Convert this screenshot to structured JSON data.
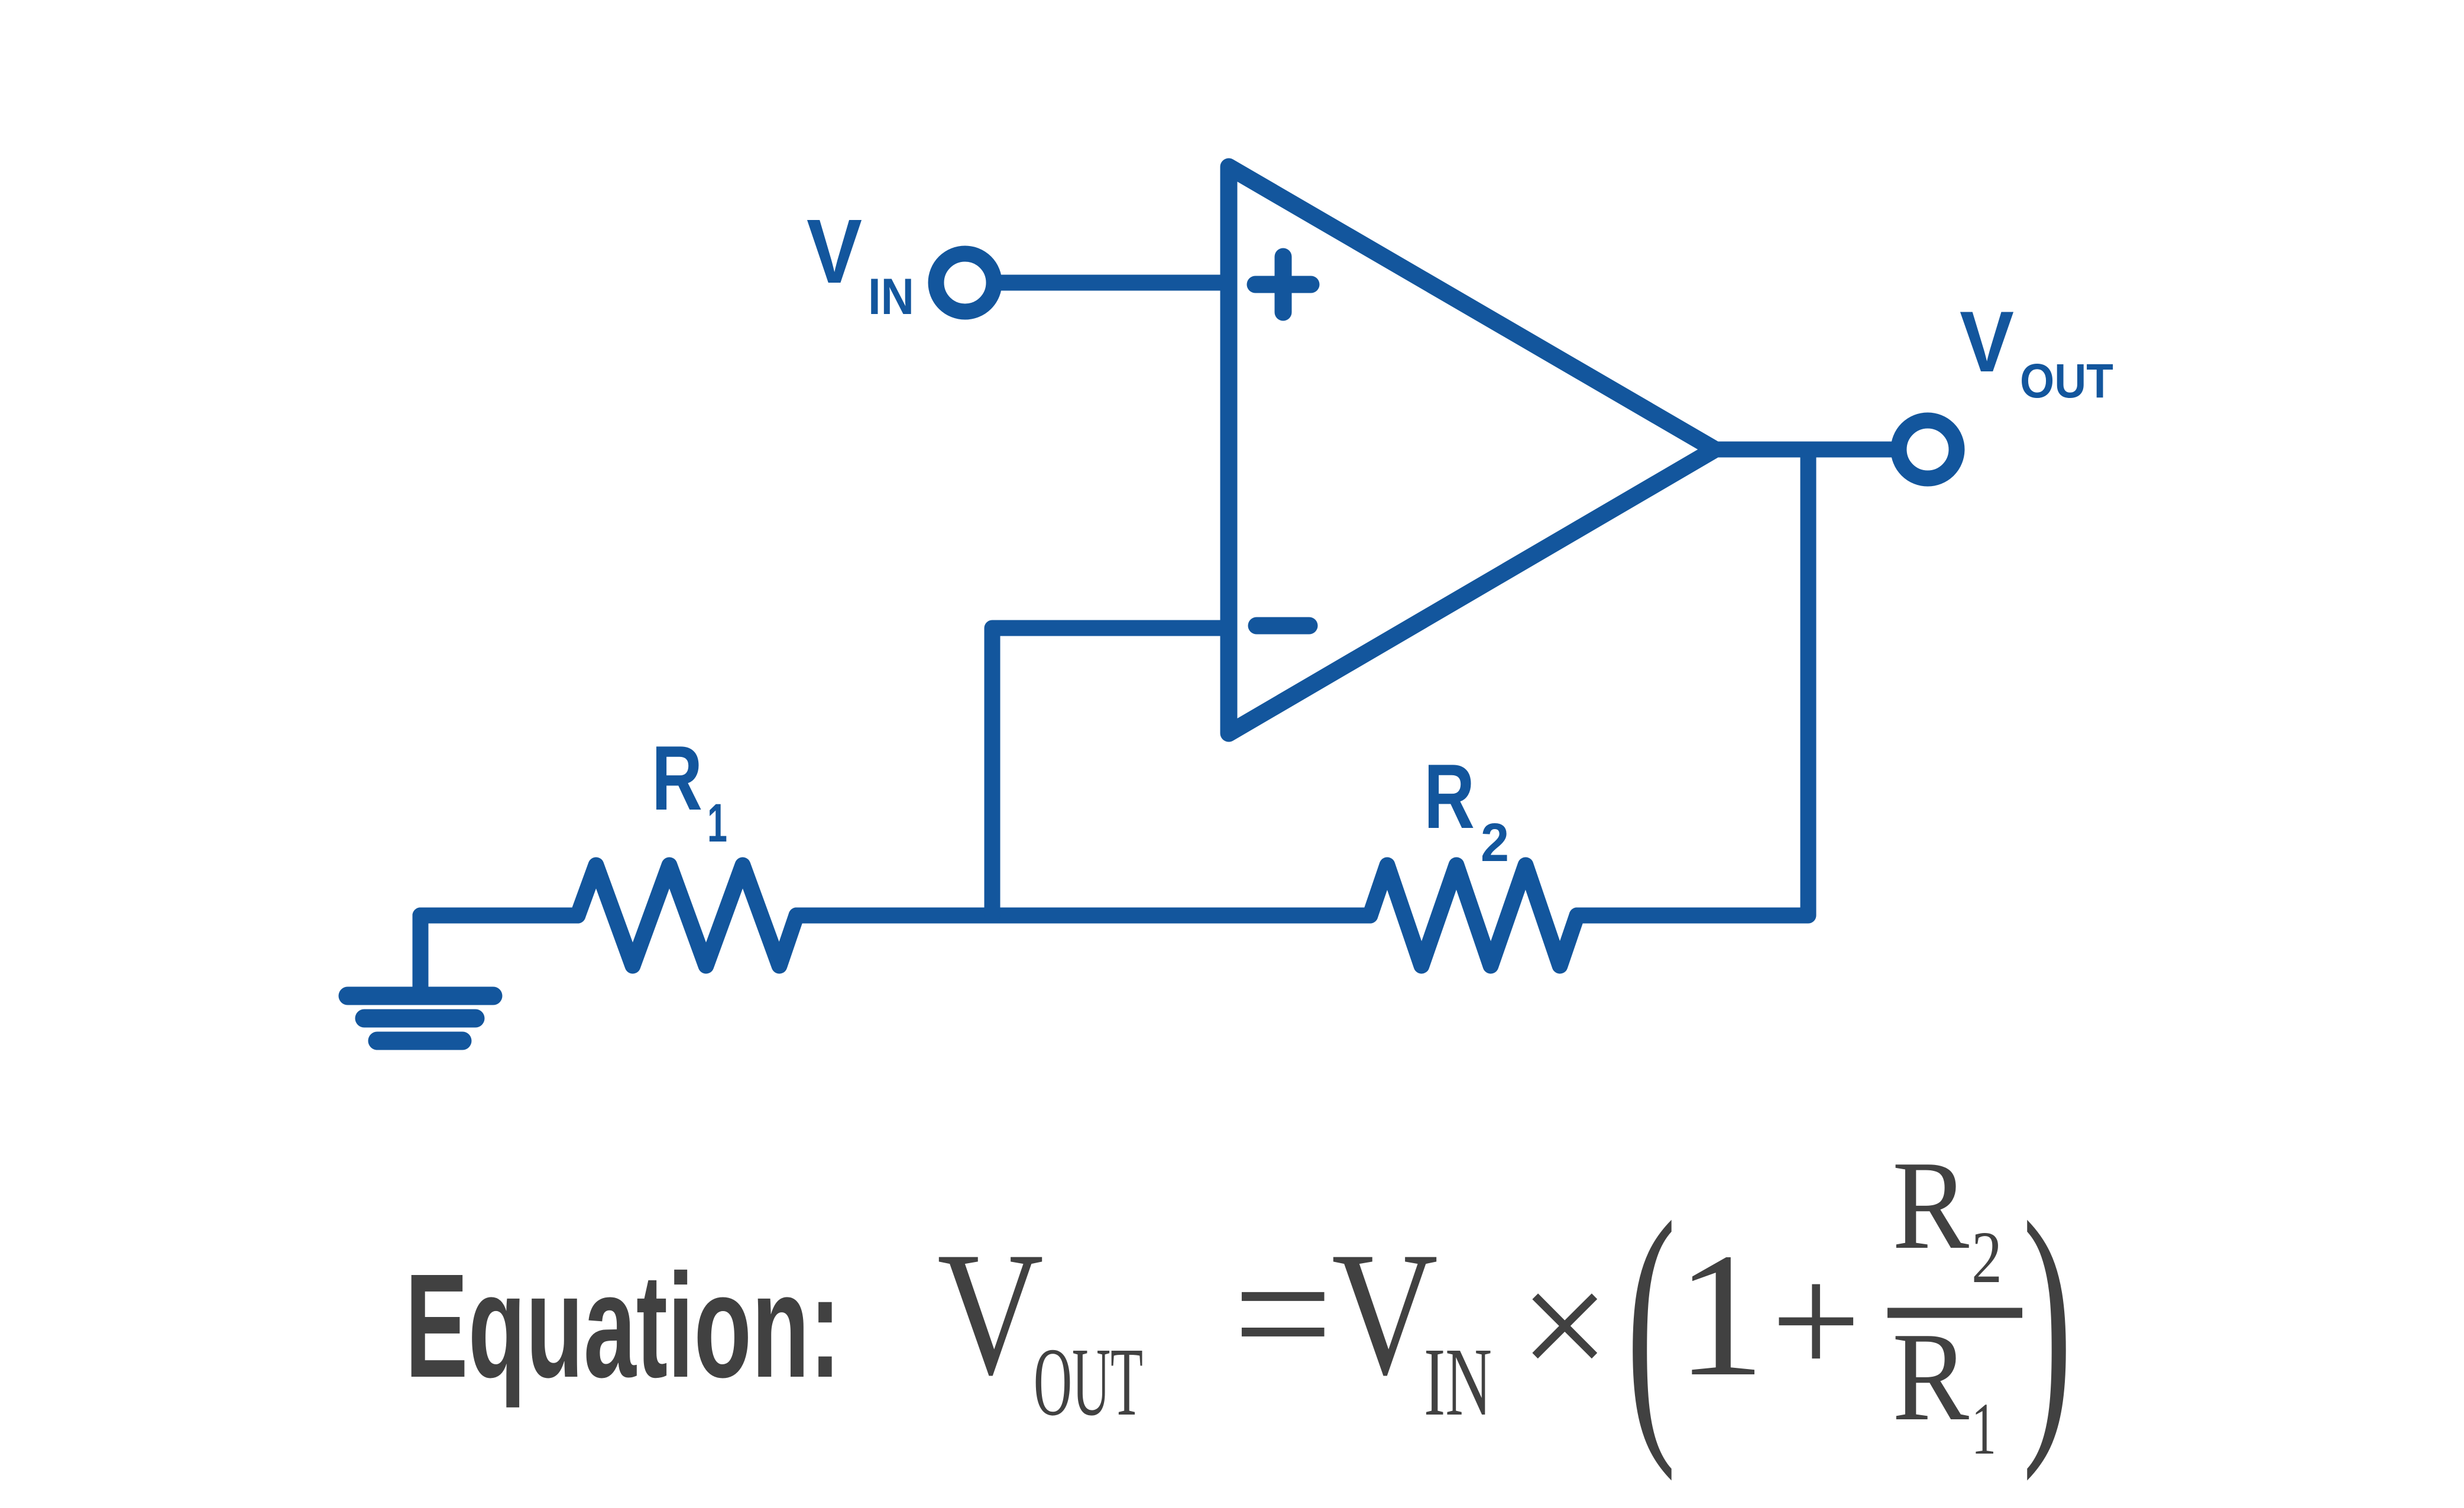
{
  "colors": {
    "wire": "#13569D",
    "equation": "#414141",
    "background": "#FFFFFF"
  },
  "circuit": {
    "description": "Non-inverting operational amplifier circuit",
    "vin_label": {
      "base": "V",
      "sub": "IN"
    },
    "vout_label": {
      "base": "V",
      "sub": "OUT"
    },
    "r1_label": {
      "base": "R",
      "sub": "1"
    },
    "r2_label": {
      "base": "R",
      "sub": "2"
    },
    "opamp": {
      "noninverting_mark": "+",
      "inverting_mark": "−"
    }
  },
  "equation": {
    "label": "Equation:",
    "lhs": {
      "base": "V",
      "sub": "OUT"
    },
    "equals_sign": "=",
    "rhs": {
      "base": "V",
      "sub": "IN"
    },
    "times_sign": "×",
    "open_paren": "(",
    "one": "1",
    "plus_sign": "+",
    "fraction": {
      "numerator": {
        "base": "R",
        "sub": "2"
      },
      "denominator": {
        "base": "R",
        "sub": "1"
      }
    },
    "close_paren": ")"
  }
}
